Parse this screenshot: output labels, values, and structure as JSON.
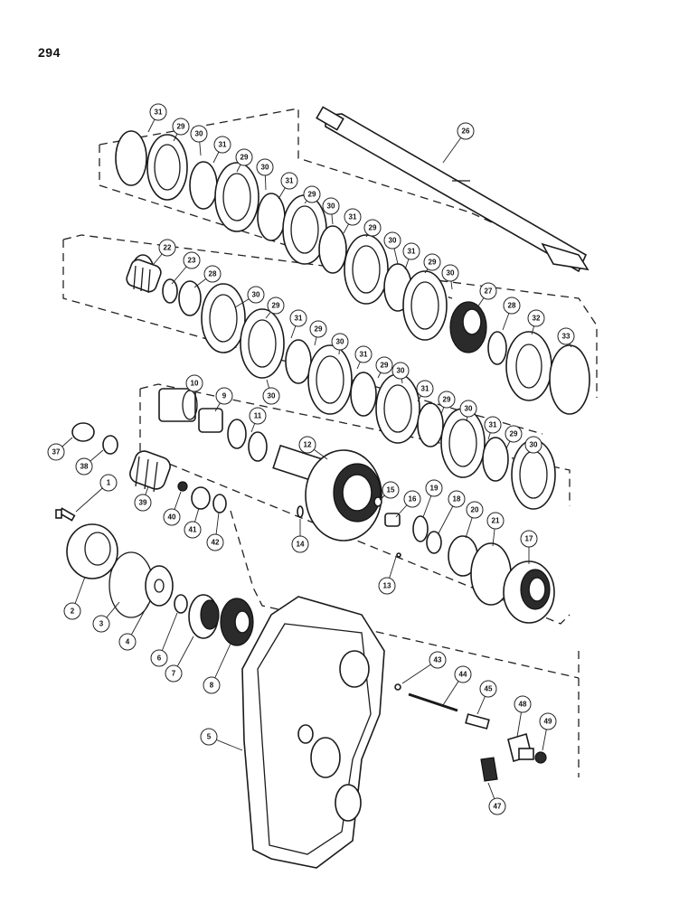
{
  "page": {
    "number": "294"
  },
  "callouts": [
    "1",
    "2",
    "3",
    "4",
    "5",
    "6",
    "7",
    "8",
    "9",
    "10",
    "11",
    "12",
    "13",
    "14",
    "15",
    "16",
    "17",
    "18",
    "19",
    "20",
    "21",
    "22",
    "23",
    "26",
    "27",
    "28",
    "29",
    "30",
    "31",
    "32",
    "33",
    "37",
    "38",
    "39",
    "40",
    "41",
    "42",
    "43",
    "44",
    "45",
    "47",
    "48",
    "49"
  ]
}
